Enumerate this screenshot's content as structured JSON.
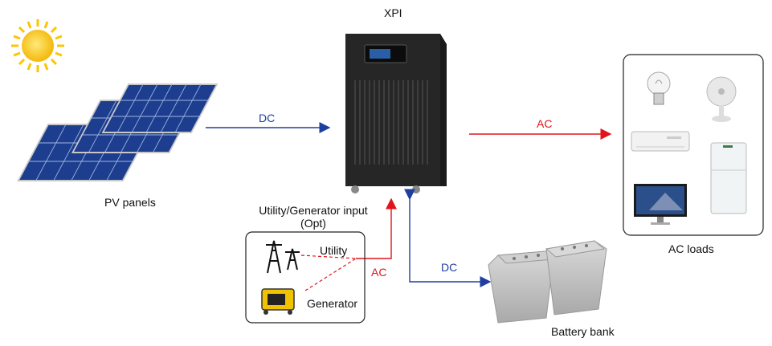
{
  "inverter": {
    "title": "XPI"
  },
  "pv": {
    "label": "PV panels"
  },
  "flows": {
    "pv_to_inverter": "DC",
    "inverter_to_loads": "AC",
    "utility_to_inverter": "AC",
    "inverter_to_battery": "DC"
  },
  "utility_box": {
    "title_line1": "Utility/Generator input",
    "title_line2": "(Opt)",
    "utility_label": "Utility",
    "generator_label": "Generator"
  },
  "battery": {
    "label": "Battery bank"
  },
  "loads": {
    "label": "AC loads"
  },
  "colors": {
    "dc": "#1f3fa0",
    "ac": "#e0151b",
    "panel": "#1d3d8f",
    "inverter": "#1a1a1a"
  },
  "icons": [
    "sun-icon",
    "solar-panel-icon",
    "inverter-icon",
    "pylon-icon",
    "generator-icon",
    "battery-icon",
    "light-bulb-icon",
    "fan-icon",
    "air-conditioner-icon",
    "tv-icon",
    "fridge-icon"
  ]
}
